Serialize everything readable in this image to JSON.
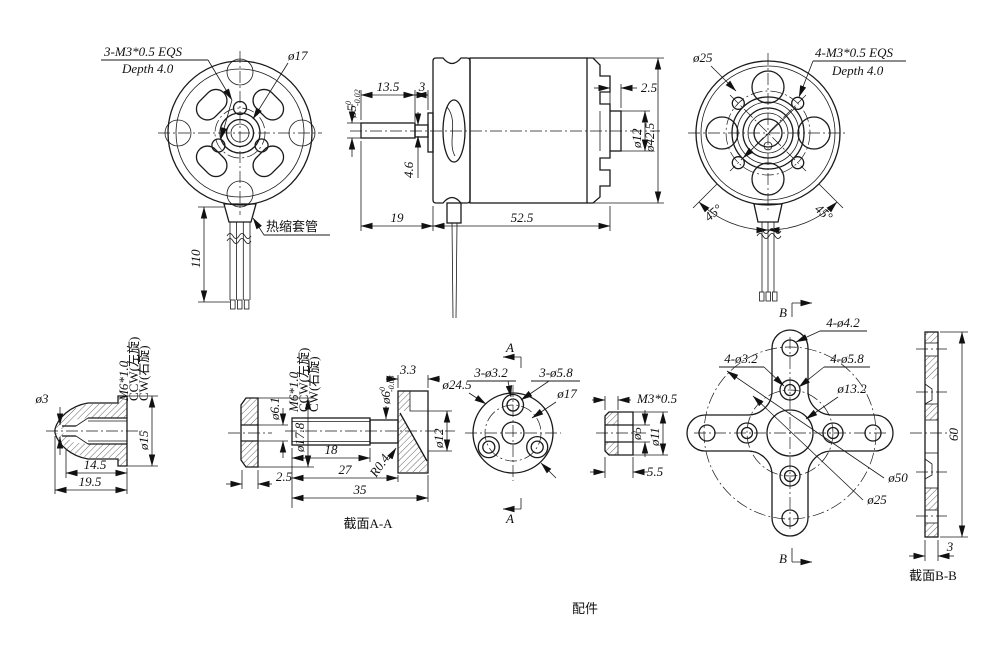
{
  "title_caption": "配件",
  "motor_front": {
    "thread_note1": "3-M3*0.5 EQS",
    "thread_note2": "Depth 4.0",
    "d17": "ø17",
    "sleeve_label": "热缩套管",
    "wire_len": "110"
  },
  "motor_side": {
    "shaft_dia": "ø5",
    "shaft_tol_hi": "0",
    "shaft_tol_lo": "-0.02",
    "d13_5": "13.5",
    "d3": "3",
    "d4_6": "4.6",
    "d2_5": "2.5",
    "d12": "ø12",
    "d42_5": "ø42.5",
    "d19": "19",
    "d52_5": "52.5"
  },
  "motor_rear": {
    "d25": "ø25",
    "thread_note1": "4-M3*0.5 EQS",
    "thread_note2": "Depth 4.0",
    "ang_l": "45°",
    "ang_r": "45°"
  },
  "prop_nut": {
    "d3": "ø3",
    "thread": "M6*1.0",
    "ccw": "CCW(左旋)",
    "cw": "CW(右旋)",
    "d15": "ø15",
    "d14_5": "14.5",
    "d19_5": "19.5"
  },
  "washer": {
    "d6_1": "ø6.1",
    "d17_8": "ø17.8",
    "d2_5": "2.5"
  },
  "adapter": {
    "thread": "M6*1.0",
    "ccw": "CCW(左旋)",
    "cw": "CW(右旋)",
    "d6": "ø6",
    "tol_hi": "0",
    "tol_lo": "-0.03",
    "d3_3": "3.3",
    "d12": "ø12",
    "d18": "18",
    "d27": "27",
    "d35": "35",
    "r0_4": "R0.4",
    "caption": "截面A-A"
  },
  "adapter_face": {
    "d24_5": "ø24.5",
    "h3_2": "3-ø3.2",
    "h5_8": "3-ø5.8",
    "d17": "ø17",
    "sec": "A"
  },
  "nut_m3": {
    "thread": "M3*0.5",
    "d5": "ø5",
    "d11": "ø11",
    "d5_5": "5.5"
  },
  "xmount": {
    "h4_2": "4-ø4.2",
    "h3_2": "4-ø3.2",
    "h5_8": "4-ø5.8",
    "d13_2": "ø13.2",
    "d50": "ø50",
    "d25": "ø25",
    "sec": "B"
  },
  "xmount_sec": {
    "d60": "60",
    "d3": "3",
    "caption": "截面B-B"
  }
}
